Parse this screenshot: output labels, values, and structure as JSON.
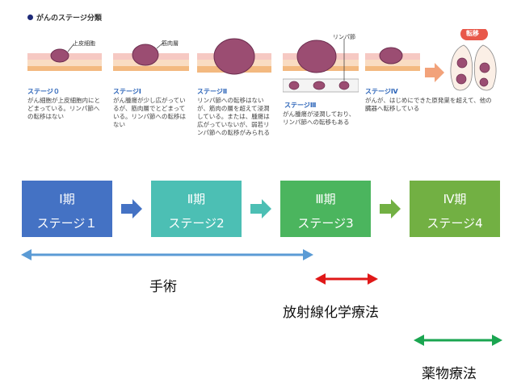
{
  "illustration": {
    "title": "がんのステージ分類",
    "labels": {
      "epithelium": "上皮細胞",
      "muscle": "筋肉層",
      "lymph": "リンパ節",
      "metastasis": "転移"
    },
    "stages": [
      {
        "name": "ステージ０",
        "desc": "がん細胞が上皮細胞内にとどまっている。リンパ節への転移はない"
      },
      {
        "name": "ステージⅠ",
        "desc": "がん腫瘍が少し広がっているが、筋肉層でとどまっている。リンパ節への転移はない"
      },
      {
        "name": "ステージⅡ",
        "desc": "リンパ節への転移はないが、筋肉の層を超えて浸潤している。または、腫瘍は広がっていないが、弱若リンパ節への転移がみられる"
      },
      {
        "name": "ステージⅢ",
        "desc": "がん腫瘍が浸潤しており、リンパ節への転移もある"
      },
      {
        "name": "ステージⅣ",
        "desc": "がんが、はじめにできた原発巣を超えて、他の臓器へ転移している"
      }
    ]
  },
  "flow": [
    {
      "period": "Ⅰ期",
      "stage": "ステージ１",
      "color": "#4472c4"
    },
    {
      "period": "Ⅱ期",
      "stage": "ステージ2",
      "color": "#4cbfb4"
    },
    {
      "period": "Ⅲ期",
      "stage": "ステージ3",
      "color": "#4bb55e"
    },
    {
      "period": "Ⅳ期",
      "stage": "ステージ4",
      "color": "#72b043"
    }
  ],
  "treatments": {
    "surgery": {
      "label": "手術",
      "color": "#5b9bd5"
    },
    "chemoradiation": {
      "label": "放射線化学療法",
      "color": "#e01818"
    },
    "drug": {
      "label": "薬物療法",
      "color": "#1aa550"
    }
  }
}
